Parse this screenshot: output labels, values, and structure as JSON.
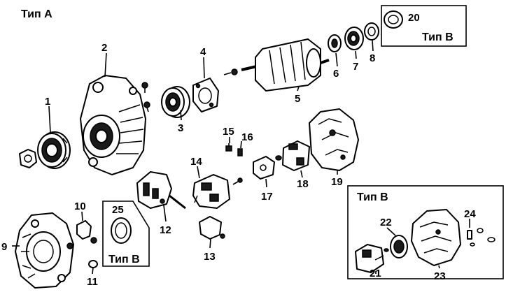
{
  "labels": {
    "type_a": "Тип А",
    "type_b_top": "Тип В",
    "type_b_mid": "Тип В",
    "type_b_right": "Тип В"
  },
  "callouts": [
    "1",
    "2",
    "3",
    "4",
    "5",
    "6",
    "7",
    "8",
    "9",
    "10",
    "11",
    "12",
    "13",
    "14",
    "15",
    "16",
    "17",
    "18",
    "19",
    "20",
    "21",
    "22",
    "23",
    "24",
    "25"
  ]
}
